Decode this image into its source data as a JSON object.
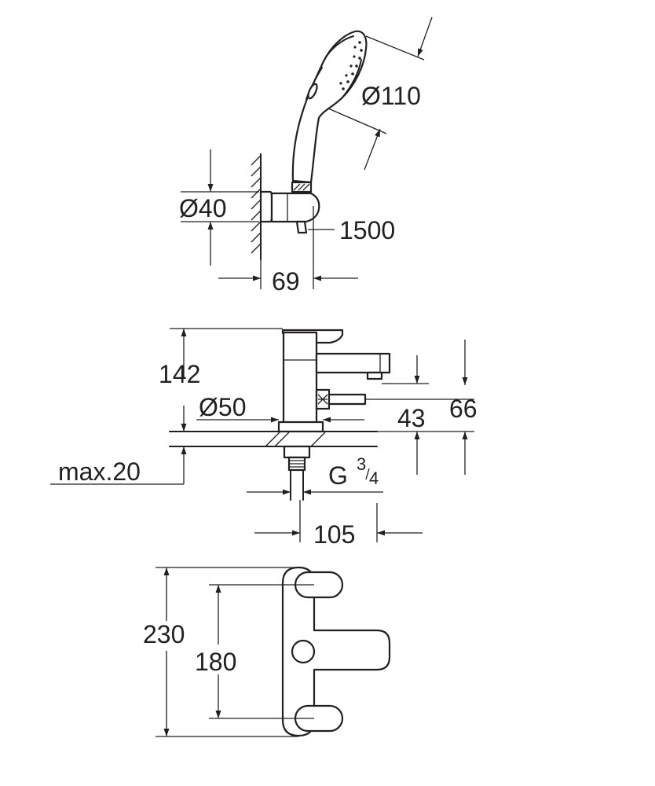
{
  "shower_set": {
    "head_diameter": "Ø110",
    "holder_diameter": "Ø40",
    "hose_length": "1500",
    "holder_projection": "69"
  },
  "mixer_side": {
    "height": "142",
    "spout_height_1": "43",
    "spout_height_2": "66",
    "base_diameter": "Ø50",
    "max_deck_thickness": "max.20",
    "connection_prefix": "G",
    "connection_num": "3",
    "connection_den": "4",
    "spout_reach": "105"
  },
  "mixer_top": {
    "overall_width": "230",
    "centre_distance": "180"
  }
}
